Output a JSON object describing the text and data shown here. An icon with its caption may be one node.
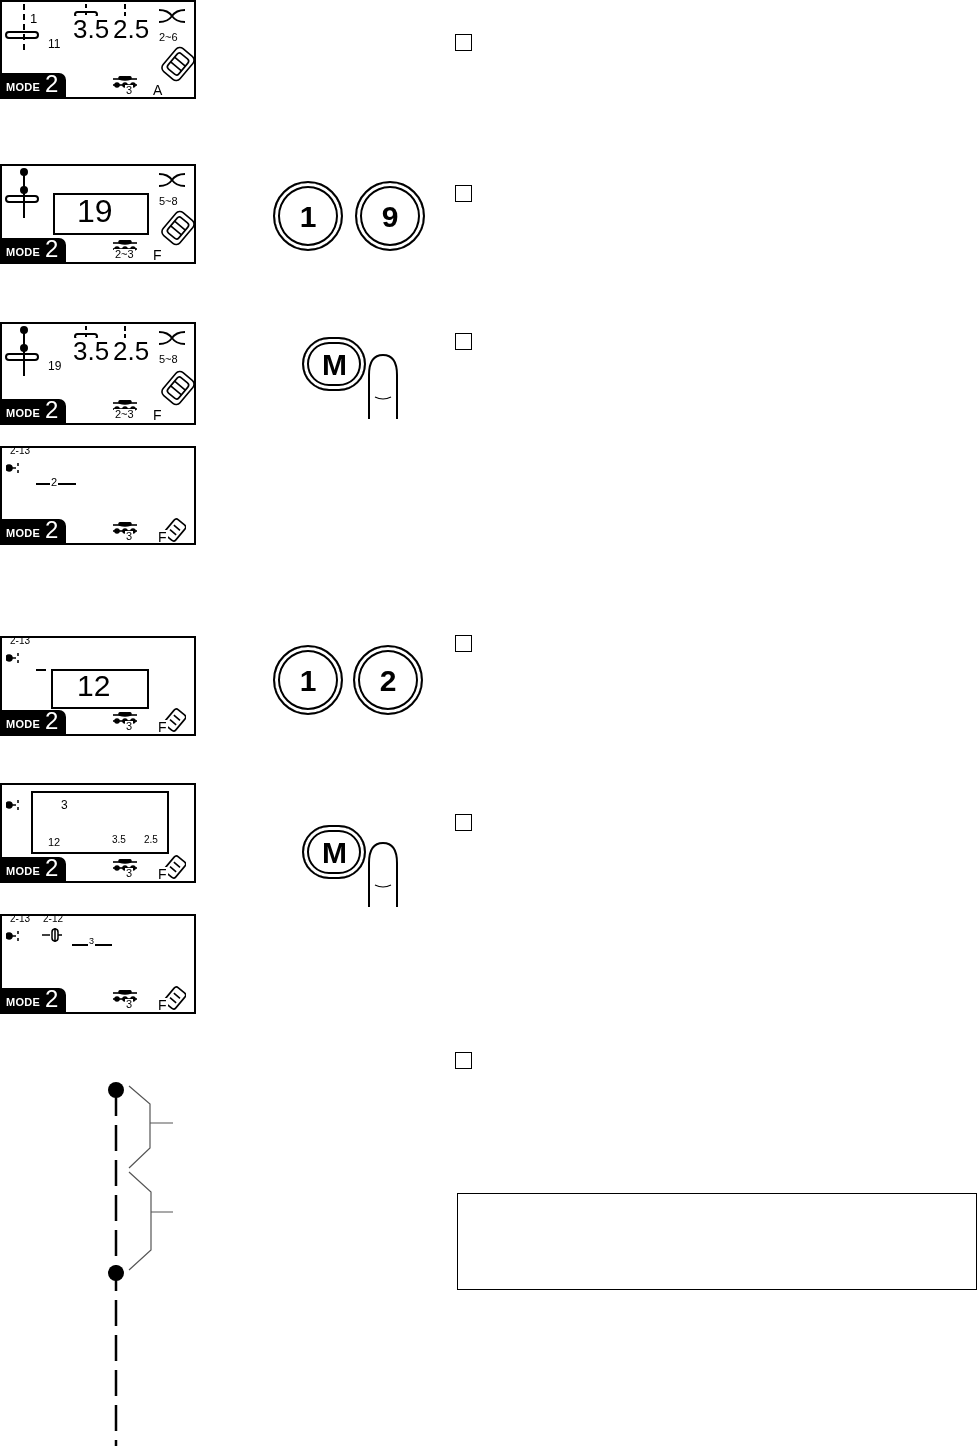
{
  "diagram": {
    "nodes": [
      {
        "text": [
          "1",
          "11",
          "3.5",
          "2.5",
          "2~6",
          "MODE",
          "2",
          "3",
          "A"
        ]
      },
      {
        "text": [],
        "shape": "box"
      },
      {
        "text": [
          "5~8",
          "MODE",
          "2",
          "2~3",
          "F"
        ]
      },
      {
        "text": [
          "19"
        ],
        "in": 2
      },
      {
        "text": [
          "1"
        ]
      },
      {
        "text": [
          "9"
        ]
      },
      {
        "text": [],
        "shape": "box"
      },
      {
        "text": [
          "19",
          "3.5",
          "2.5",
          "5~8",
          "MODE",
          "2",
          "2~3",
          "F"
        ]
      },
      {
        "text": [
          "M"
        ]
      },
      {
        "text": [],
        "shape": "box"
      },
      {
        "text": [
          "2-13",
          "2",
          "MODE",
          "2",
          "3",
          "F"
        ]
      },
      {
        "text": [
          "2-13",
          "MODE",
          "2",
          "3",
          "F"
        ]
      },
      {
        "text": [
          "12"
        ],
        "in": 11
      },
      {
        "text": [
          "1"
        ]
      },
      {
        "text": [
          "2"
        ]
      },
      {
        "text": [],
        "shape": "box"
      },
      {
        "text": [
          "MODE",
          "2",
          "3",
          "F"
        ]
      },
      {
        "text": [
          "3",
          "12",
          "3.5",
          "2.5"
        ],
        "in": 16
      },
      {
        "text": [
          "M"
        ]
      },
      {
        "text": [],
        "shape": "box"
      },
      {
        "text": [
          "2-13",
          "2-12",
          "3",
          "MODE",
          "2",
          "3",
          "F"
        ]
      },
      {
        "text": [],
        "shape": "box"
      },
      {
        "text": [],
        "shape": "box"
      }
    ]
  }
}
